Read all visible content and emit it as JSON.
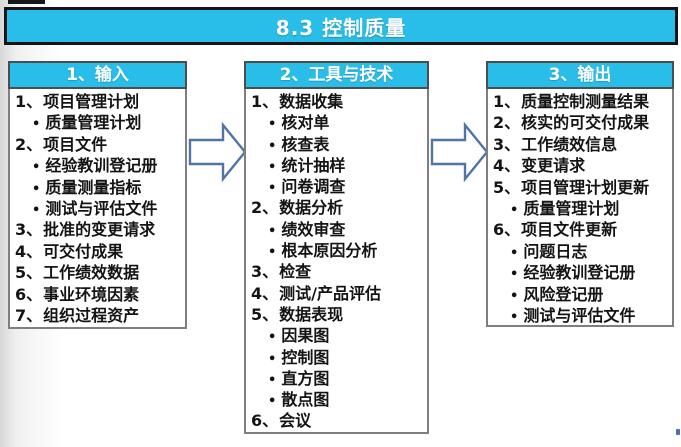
{
  "title": "8.3 控制质量",
  "colors": {
    "accent": "#29bee9",
    "arrow_outline": "#4f74a5",
    "header_border": "#141414",
    "box_border": "#7f7f7f"
  },
  "icons": {
    "flow_arrow": "right-block-arrow",
    "bullet": "•"
  },
  "columns": [
    {
      "id": "inputs",
      "header": "1、输入",
      "items": [
        {
          "num": "1",
          "text": "项目管理计划"
        },
        {
          "bullet": true,
          "text": "质量管理计划"
        },
        {
          "num": "2",
          "text": "项目文件"
        },
        {
          "bullet": true,
          "text": "经验教训登记册"
        },
        {
          "bullet": true,
          "text": "质量测量指标"
        },
        {
          "bullet": true,
          "text": "测试与评估文件"
        },
        {
          "num": "3",
          "text": "批准的变更请求"
        },
        {
          "num": "4",
          "text": "可交付成果"
        },
        {
          "num": "5",
          "text": "工作绩效数据"
        },
        {
          "num": "6",
          "text": "事业环境因素"
        },
        {
          "num": "7",
          "text": "组织过程资产"
        }
      ]
    },
    {
      "id": "tools-techniques",
      "header": "2、工具与技术",
      "items": [
        {
          "num": "1",
          "text": "数据收集"
        },
        {
          "bullet": true,
          "text": "核对单"
        },
        {
          "bullet": true,
          "text": "核查表"
        },
        {
          "bullet": true,
          "text": "统计抽样"
        },
        {
          "bullet": true,
          "text": "问卷调查"
        },
        {
          "num": "2",
          "text": "数据分析"
        },
        {
          "bullet": true,
          "text": "绩效审查"
        },
        {
          "bullet": true,
          "text": "根本原因分析"
        },
        {
          "num": "3",
          "text": "检查"
        },
        {
          "num": "4",
          "text": "测试/产品评估"
        },
        {
          "num": "5",
          "text": "数据表现"
        },
        {
          "bullet": true,
          "text": "因果图"
        },
        {
          "bullet": true,
          "text": "控制图"
        },
        {
          "bullet": true,
          "text": "直方图"
        },
        {
          "bullet": true,
          "text": "散点图"
        },
        {
          "num": "6",
          "text": "会议"
        }
      ]
    },
    {
      "id": "outputs",
      "header": "3、输出",
      "items": [
        {
          "num": "1",
          "text": "质量控制测量结果"
        },
        {
          "num": "2",
          "text": "核实的可交付成果"
        },
        {
          "num": "3",
          "text": "工作绩效信息"
        },
        {
          "num": "4",
          "text": "变更请求"
        },
        {
          "num": "5",
          "text": "项目管理计划更新"
        },
        {
          "bullet": true,
          "text": "质量管理计划"
        },
        {
          "num": "6",
          "text": "项目文件更新"
        },
        {
          "bullet": true,
          "text": "问题日志"
        },
        {
          "bullet": true,
          "text": "经验教训登记册"
        },
        {
          "bullet": true,
          "text": "风险登记册"
        },
        {
          "bullet": true,
          "text": "测试与评估文件"
        }
      ]
    }
  ]
}
